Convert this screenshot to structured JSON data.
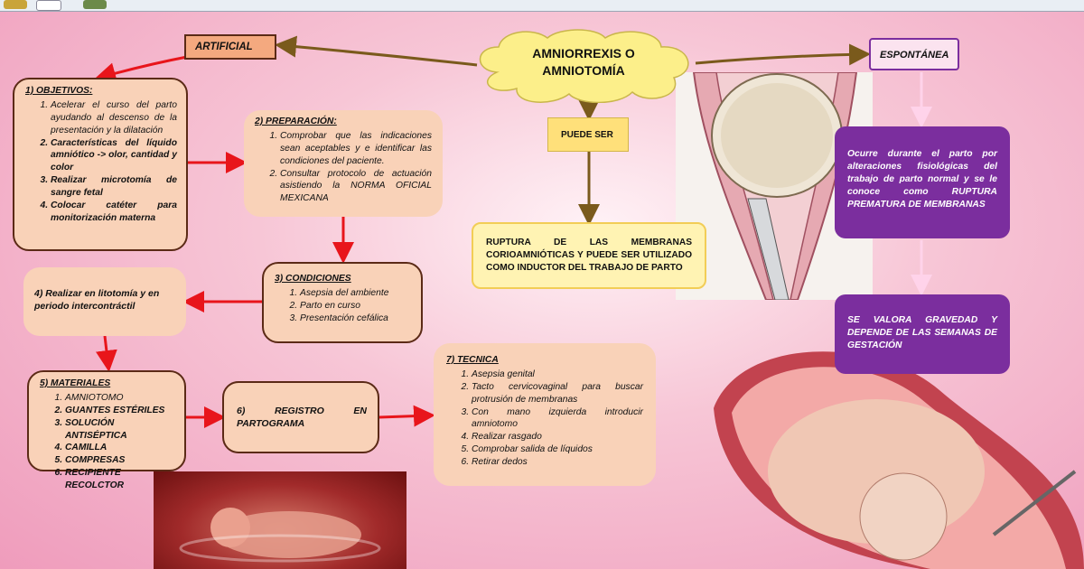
{
  "header": {
    "left_text": "",
    "right_text": ""
  },
  "center": {
    "title": "AMNIORREXIS O AMNIOTOMÍA",
    "puede_ser": "PUEDE SER",
    "ruptura": "RUPTURA DE LAS MEMBRANAS CORIOAMNIÓTICAS Y PUEDE SER UTILIZADO COMO INDUCTOR DEL TRABAJO DE PARTO"
  },
  "artificial": {
    "label": "ARTIFICIAL"
  },
  "espontanea": {
    "label": "ESPONTÁNEA",
    "desc": "Ocurre durante el parto por alteraciones fisiológicas del trabajo de parto normal y se le conoce como RUPTURA PREMATURA DE MEMBRANAS",
    "valora": "SE VALORA GRAVEDAD Y DEPENDE DE LAS SEMANAS DE GESTACIÓN"
  },
  "objetivos": {
    "title": "1) OBJETIVOS:",
    "items": [
      "Acelerar el curso del parto ayudando al descenso de la presentación y la dilatación",
      "Características del líquido amniótico -> olor, cantidad y color",
      "Realizar microtomía de sangre fetal",
      "Colocar catéter para monitorización materna"
    ]
  },
  "preparacion": {
    "title": "2) PREPARACIÓN:",
    "items": [
      "Comprobar que las indicaciones sean aceptables y e identificar las condiciones del paciente.",
      "Consultar protocolo de actuación asistiendo la NORMA OFICIAL MEXICANA"
    ]
  },
  "condiciones": {
    "title": "3) CONDICIONES",
    "items": [
      "Asepsia del ambiente",
      "Parto en curso",
      "Presentación cefálica"
    ]
  },
  "litotomia": {
    "text": "4) Realizar en litotomía y en periodo intercontráctil"
  },
  "materiales": {
    "title": "5) MATERIALES",
    "items": [
      "AMNIOTOMO",
      "GUANTES ESTÉRILES",
      "SOLUCIÓN ANTISÉPTICA",
      "CAMILLA",
      "COMPRESAS",
      "RECIPIENTE RECOLCTOR"
    ]
  },
  "registro": {
    "text": "6) REGISTRO EN PARTOGRAMA"
  },
  "tecnica": {
    "title": "7) TECNICA",
    "items": [
      "Asepsia genital",
      "Tacto cervicovaginal para buscar protrusión de membranas",
      "Con mano izquierda introducir amniotomo",
      "Realizar rasgado",
      "Comprobar salida de líquidos",
      "Retirar dedos"
    ]
  },
  "colors": {
    "arrow_red": "#e8151b",
    "arrow_brown": "#7a5a1c",
    "arrow_pink": "#ffd3ea",
    "purple": "#7b2e9e",
    "peach": "#f9d2b8",
    "cloud": "#fcef8a"
  }
}
